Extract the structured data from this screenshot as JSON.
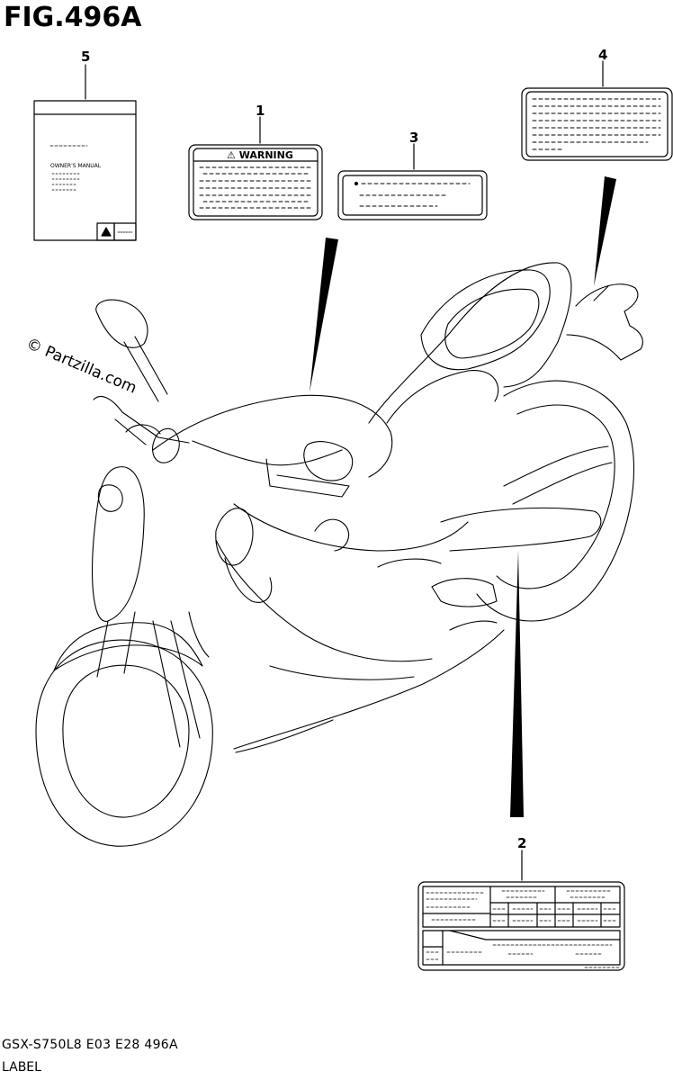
{
  "figure": {
    "title": "FIG.496A",
    "model_code": "GSX-S750L8  E03  E28  496A",
    "caption": "LABEL",
    "watermark": "© Partzilla.com"
  },
  "callouts": [
    {
      "id": "1",
      "label": "1"
    },
    {
      "id": "2",
      "label": "2"
    },
    {
      "id": "3",
      "label": "3"
    },
    {
      "id": "4",
      "label": "4"
    },
    {
      "id": "5",
      "label": "5"
    }
  ],
  "warning_label": {
    "heading": "⚠ WARNING"
  },
  "manual": {
    "title_line": "OWNER'S MANUAL"
  },
  "colors": {
    "line": "#000000",
    "background": "#ffffff"
  }
}
